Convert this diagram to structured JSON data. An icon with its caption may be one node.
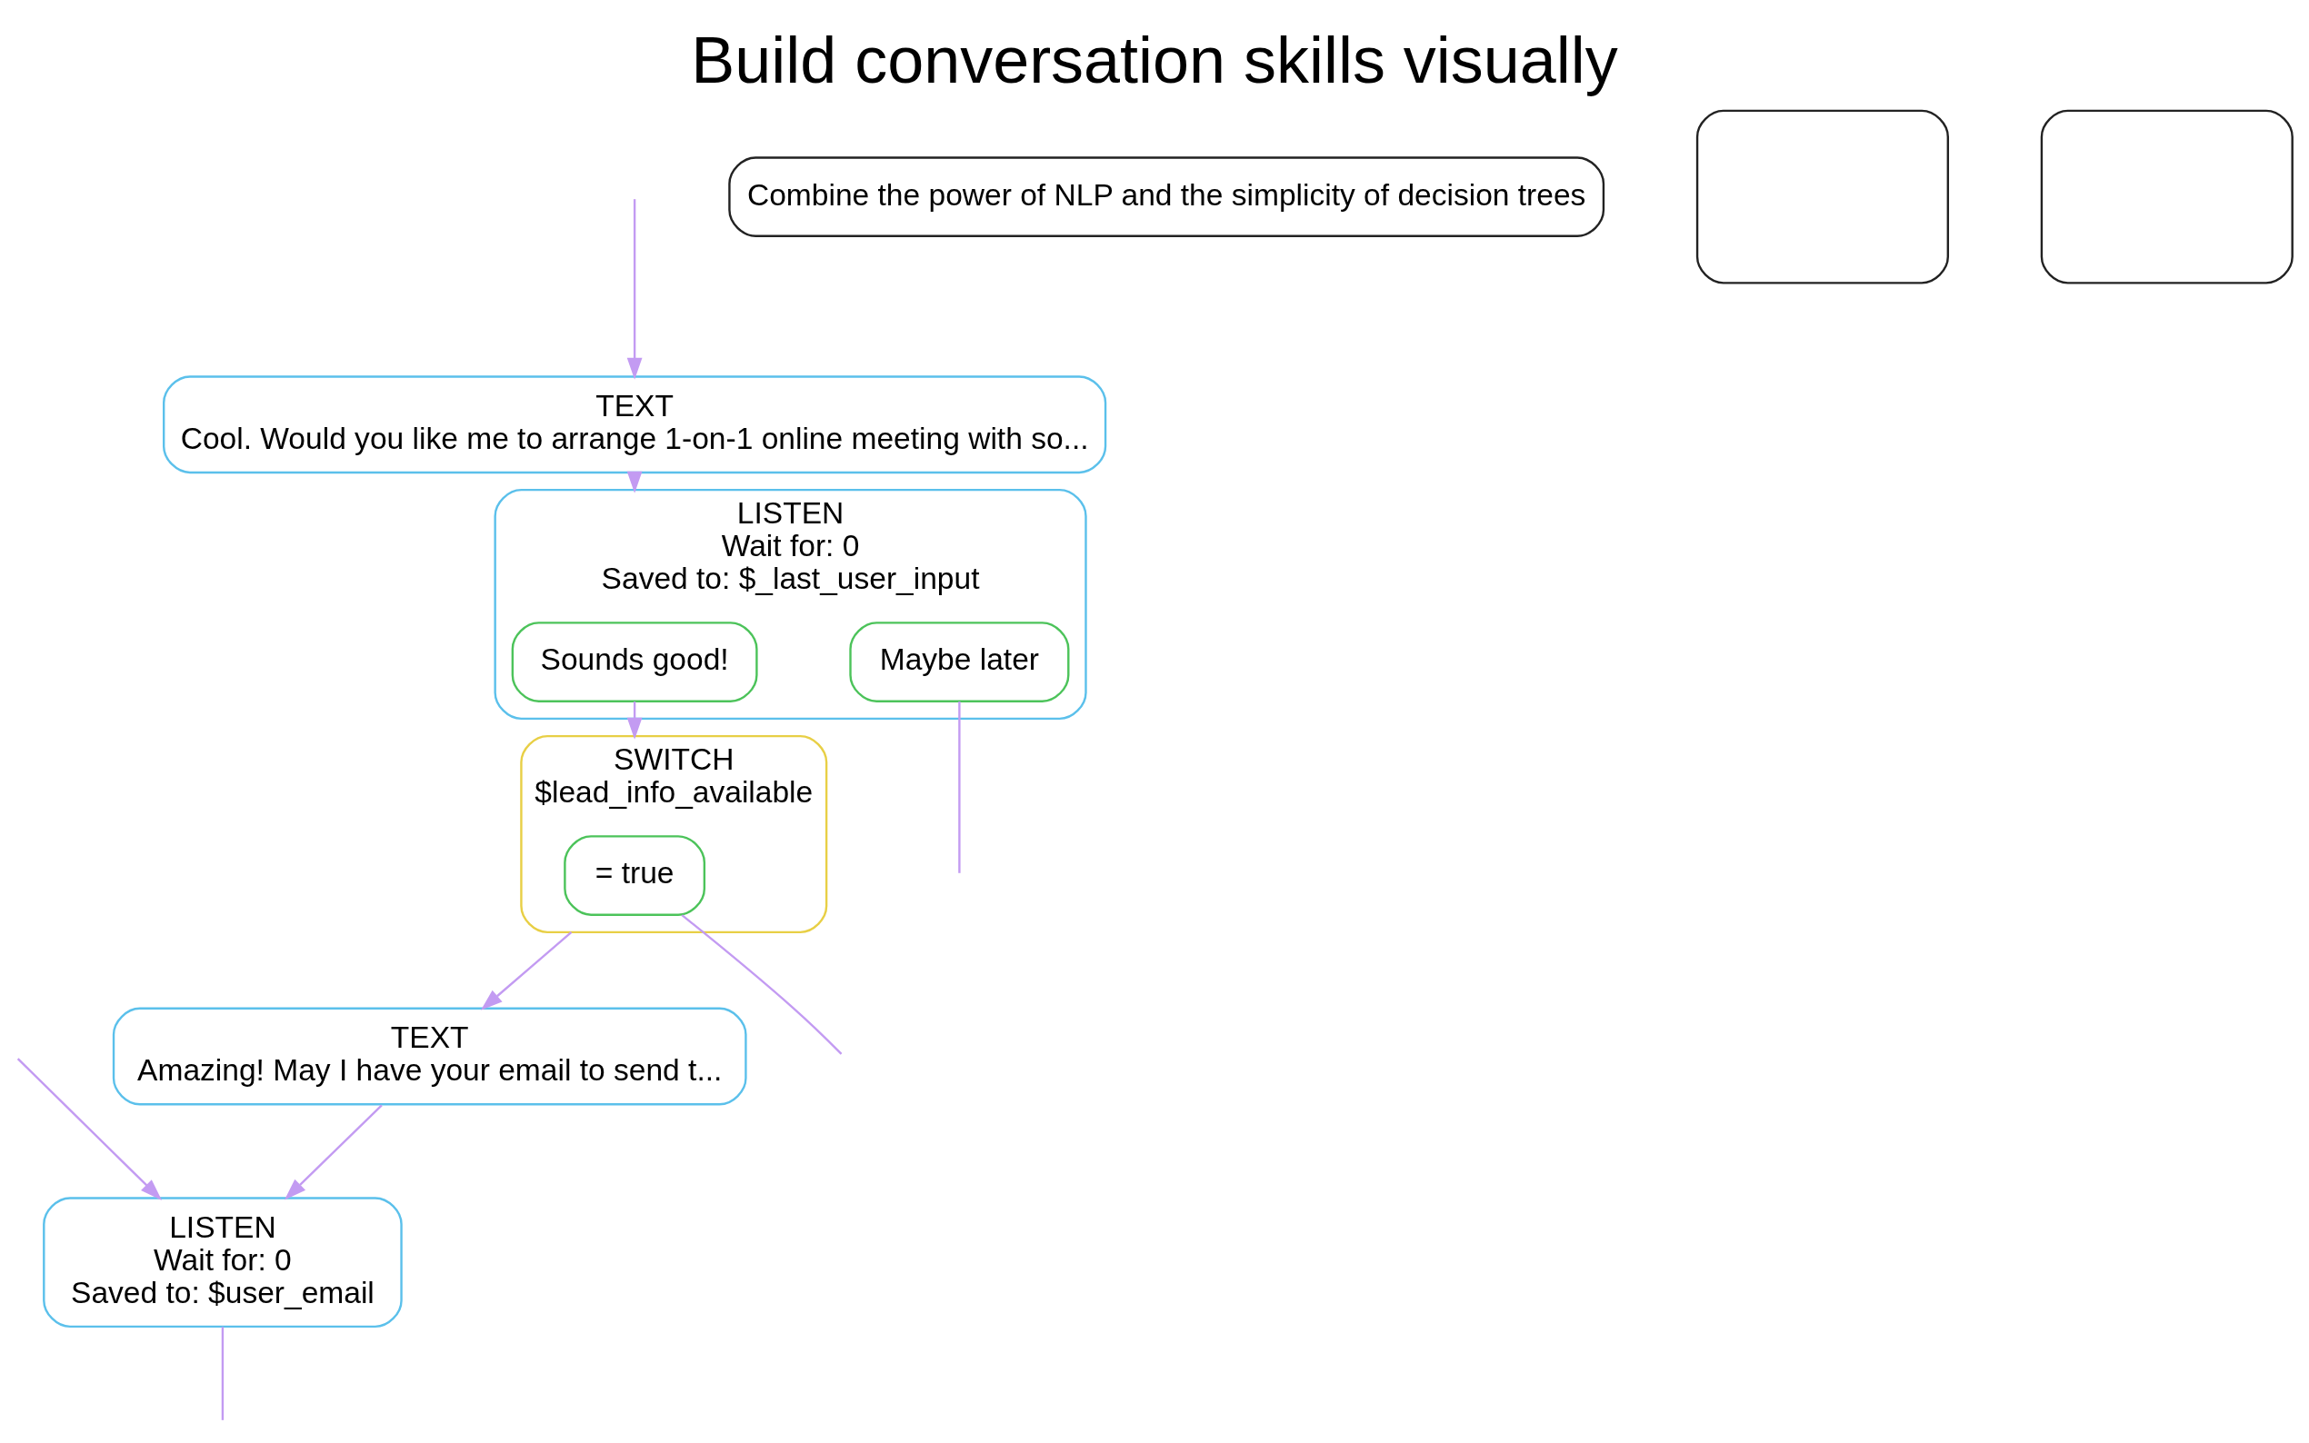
{
  "diagram": {
    "title": "Build conversation skills visually",
    "nodes": [
      {
        "text": [
          "TEXT",
          "Cool. Would you like me to arrange 1-on-1 online meeting with so..."
        ]
      },
      {
        "text": [
          "LISTEN",
          "Wait for: 0",
          "Saved to: $_last_user_input"
        ]
      },
      {
        "text": [
          "Sounds good!"
        ],
        "in": 1
      },
      {
        "text": [
          "Maybe later"
        ],
        "in": 1
      },
      {
        "text": [
          "SWITCH",
          "$lead_info_available"
        ]
      },
      {
        "text": [
          "= true"
        ],
        "in": 4
      },
      {
        "text": [
          "TEXT",
          "Amazing! May I have your email to send t..."
        ]
      },
      {
        "text": [
          "LISTEN",
          "Wait for: 0",
          "Saved to: $user_email"
        ]
      },
      {
        "text": [
          "Combine the power of NLP and the simplicity of decision trees"
        ]
      },
      {
        "text": [],
        "shape": "bubble"
      },
      {
        "text": [],
        "shape": "bubble"
      }
    ],
    "edges": [
      {
        "from": null,
        "to": 0,
        "arrow": "to"
      },
      {
        "from": 0,
        "to": 1,
        "arrow": "to"
      },
      {
        "from": 2,
        "to": 4,
        "arrow": "to"
      },
      {
        "from": 3,
        "to": null,
        "arrow": "none"
      },
      {
        "from": 5,
        "to": null,
        "arrow": "none"
      },
      {
        "from": 4,
        "to": 6,
        "arrow": "to"
      },
      {
        "from": 6,
        "to": 7,
        "arrow": "to"
      },
      {
        "from": null,
        "to": 7,
        "arrow": "to"
      },
      {
        "from": 7,
        "to": null,
        "arrow": "none"
      }
    ]
  }
}
